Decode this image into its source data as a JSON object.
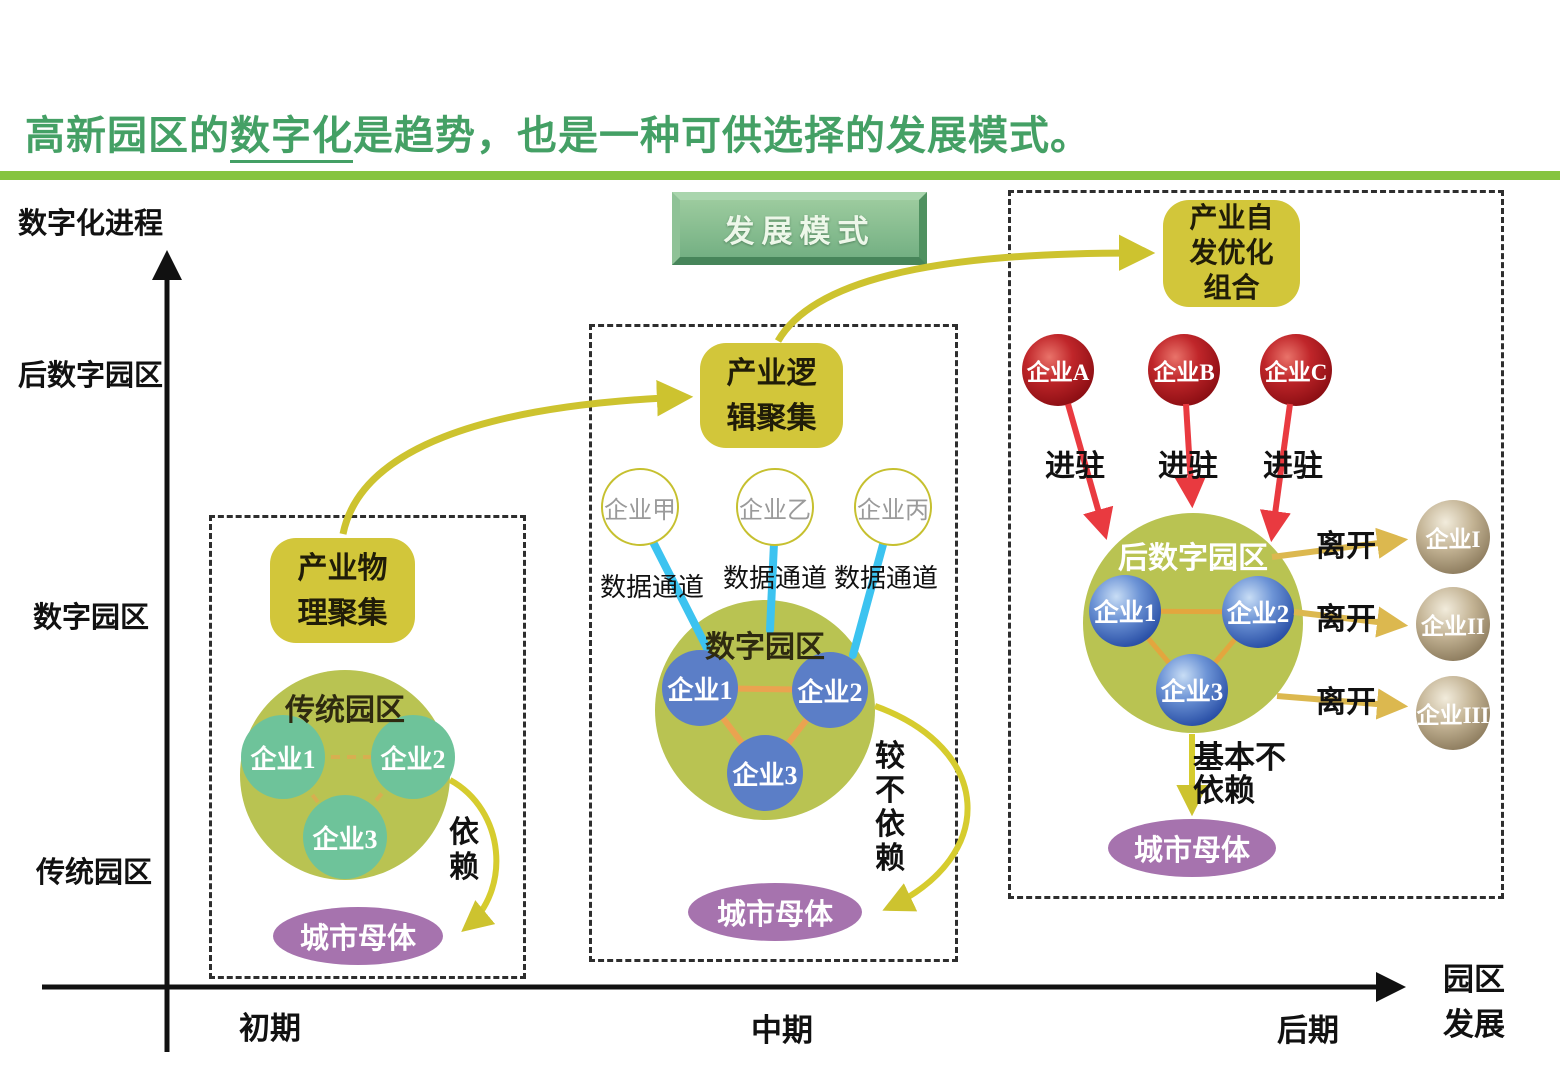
{
  "title": {
    "prefix": "高新园区的",
    "underlined": "数字化",
    "suffix": "是趋势，也是一种可供选择的发展模式。"
  },
  "button": {
    "label": "发展模式"
  },
  "axis": {
    "y_title": "数字化进程",
    "y_labels": [
      "后数字园区",
      "数字园区",
      "传统园区"
    ],
    "x_ticks": [
      "初期",
      "中期",
      "后期"
    ],
    "x_title": "园区\n发展"
  },
  "stage1": {
    "cluster_box": "产业物\n理聚集",
    "park_label": "传统园区",
    "companies": [
      "企业1",
      "企业2",
      "企业3"
    ],
    "dependency_label": "依\n赖",
    "city_label": "城市母体"
  },
  "stage2": {
    "cluster_box": "产业逻\n辑聚集",
    "external_companies": [
      "企业甲",
      "企业乙",
      "企业丙"
    ],
    "channel_labels": [
      "数据通道",
      "数据通道",
      "数据通道"
    ],
    "park_label": "数字园区",
    "companies": [
      "企业1",
      "企业2",
      "企业3"
    ],
    "dependency_label": "较\n不\n依\n赖",
    "city_label": "城市母体"
  },
  "stage3": {
    "cluster_box": "产业自\n发优化\n组合",
    "entering_companies": [
      "企业A",
      "企业B",
      "企业C"
    ],
    "enter_labels": [
      "进驻",
      "进驻",
      "进驻"
    ],
    "park_label": "后数字园区",
    "companies": [
      "企业1",
      "企业2",
      "企业3"
    ],
    "leave_labels": [
      "离开",
      "离开",
      "离开"
    ],
    "departed_companies": [
      "企业I",
      "企业II",
      "企业III"
    ],
    "dependency_label": "基本不\n依赖",
    "city_label": "城市母体"
  },
  "colors": {
    "title_green": "#44a065",
    "divider_green": "#86c440",
    "button_green": "#74b083",
    "cluster_yellow": "#d2c63a",
    "park_olive": "#b9c352",
    "company_teal": "#6ec39a",
    "company_blue": "#5b7ec7",
    "sphere_red": "#8e0f14",
    "sphere_tan": "#8b7a5c",
    "city_purple": "#a673ae",
    "arrow_olive": "#cdc32f",
    "arrow_gold": "#dcb84f",
    "arrow_red": "#e93a40",
    "channel_cyan": "#3cc3f0",
    "link_orange": "#f0a050",
    "axis_black": "#111111"
  }
}
